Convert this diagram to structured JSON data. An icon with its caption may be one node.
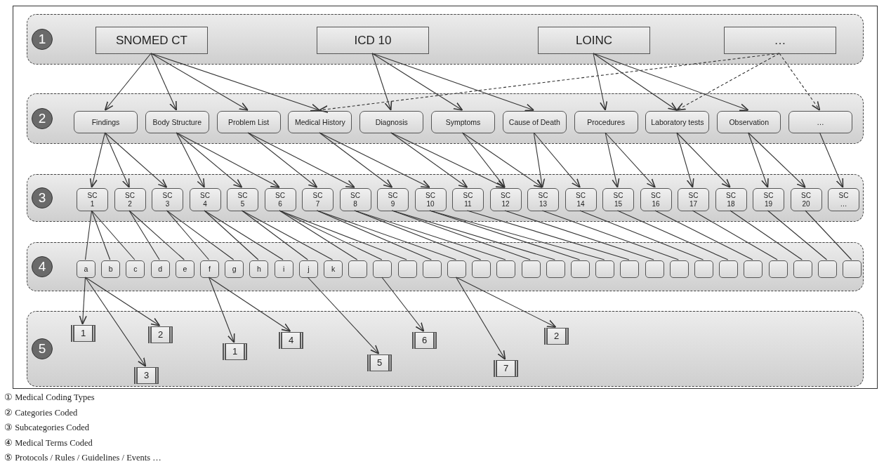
{
  "diagram": {
    "nodes": [
      {
        "text": [
          "1"
        ]
      },
      {
        "text": [
          "SNOMED CT"
        ],
        "in": 0
      },
      {
        "text": [
          "ICD 10"
        ],
        "in": 0
      },
      {
        "text": [
          "LOINC"
        ],
        "in": 0
      },
      {
        "text": [
          "…"
        ],
        "in": 0
      },
      {
        "text": [
          "2"
        ]
      },
      {
        "text": [
          "Findings"
        ],
        "in": 5
      },
      {
        "text": [
          "Body Structure"
        ],
        "in": 5
      },
      {
        "text": [
          "Problem List"
        ],
        "in": 5
      },
      {
        "text": [
          "Medical History"
        ],
        "in": 5
      },
      {
        "text": [
          "Diagnosis"
        ],
        "in": 5
      },
      {
        "text": [
          "Symptoms"
        ],
        "in": 5
      },
      {
        "text": [
          "Cause of Death"
        ],
        "in": 5
      },
      {
        "text": [
          "Procedures"
        ],
        "in": 5
      },
      {
        "text": [
          "Laboratory tests"
        ],
        "in": 5
      },
      {
        "text": [
          "Observation"
        ],
        "in": 5
      },
      {
        "text": [
          "…"
        ],
        "in": 5
      },
      {
        "text": [
          "3"
        ]
      },
      {
        "text": [
          "SC 1"
        ],
        "in": 17
      },
      {
        "text": [
          "SC 2"
        ],
        "in": 17
      },
      {
        "text": [
          "SC 3"
        ],
        "in": 17
      },
      {
        "text": [
          "SC 4"
        ],
        "in": 17
      },
      {
        "text": [
          "SC 5"
        ],
        "in": 17
      },
      {
        "text": [
          "SC 6"
        ],
        "in": 17
      },
      {
        "text": [
          "SC 7"
        ],
        "in": 17
      },
      {
        "text": [
          "SC 8"
        ],
        "in": 17
      },
      {
        "text": [
          "SC 9"
        ],
        "in": 17
      },
      {
        "text": [
          "SC 10"
        ],
        "in": 17
      },
      {
        "text": [
          "SC 11"
        ],
        "in": 17
      },
      {
        "text": [
          "SC 12"
        ],
        "in": 17
      },
      {
        "text": [
          "SC 13"
        ],
        "in": 17
      },
      {
        "text": [
          "SC 14"
        ],
        "in": 17
      },
      {
        "text": [
          "SC 15"
        ],
        "in": 17
      },
      {
        "text": [
          "SC 16"
        ],
        "in": 17
      },
      {
        "text": [
          "SC 17"
        ],
        "in": 17
      },
      {
        "text": [
          "SC 18"
        ],
        "in": 17
      },
      {
        "text": [
          "SC 19"
        ],
        "in": 17
      },
      {
        "text": [
          "SC 20"
        ],
        "in": 17
      },
      {
        "text": [
          "SC …"
        ],
        "in": 17
      },
      {
        "text": [
          "4"
        ]
      },
      {
        "text": [
          "a"
        ],
        "in": 39
      },
      {
        "text": [
          "b"
        ],
        "in": 39
      },
      {
        "text": [
          "c"
        ],
        "in": 39
      },
      {
        "text": [
          "d"
        ],
        "in": 39
      },
      {
        "text": [
          "e"
        ],
        "in": 39
      },
      {
        "text": [
          "f"
        ],
        "in": 39
      },
      {
        "text": [
          "g"
        ],
        "in": 39
      },
      {
        "text": [
          "h"
        ],
        "in": 39
      },
      {
        "text": [
          "i"
        ],
        "in": 39
      },
      {
        "text": [
          "j"
        ],
        "in": 39
      },
      {
        "text": [
          "k"
        ],
        "in": 39
      },
      {
        "text": [],
        "shape": "box",
        "in": 39
      },
      {
        "text": [],
        "shape": "box",
        "in": 39
      },
      {
        "text": [],
        "shape": "box",
        "in": 39
      },
      {
        "text": [],
        "shape": "box",
        "in": 39
      },
      {
        "text": [],
        "shape": "box",
        "in": 39
      },
      {
        "text": [],
        "shape": "box",
        "in": 39
      },
      {
        "text": [],
        "shape": "box",
        "in": 39
      },
      {
        "text": [],
        "shape": "box",
        "in": 39
      },
      {
        "text": [],
        "shape": "box",
        "in": 39
      },
      {
        "text": [],
        "shape": "box",
        "in": 39
      },
      {
        "text": [],
        "shape": "box",
        "in": 39
      },
      {
        "text": [],
        "shape": "box",
        "in": 39
      },
      {
        "text": [],
        "shape": "box",
        "in": 39
      },
      {
        "text": [],
        "shape": "box",
        "in": 39
      },
      {
        "text": [],
        "shape": "box",
        "in": 39
      },
      {
        "text": [],
        "shape": "box",
        "in": 39
      },
      {
        "text": [],
        "shape": "box",
        "in": 39
      },
      {
        "text": [],
        "shape": "box",
        "in": 39
      },
      {
        "text": [],
        "shape": "box",
        "in": 39
      },
      {
        "text": [],
        "shape": "box",
        "in": 39
      },
      {
        "text": [],
        "shape": "box",
        "in": 39
      },
      {
        "text": [
          "5"
        ]
      },
      {
        "text": [
          "1"
        ],
        "in": 72
      },
      {
        "text": [
          "3"
        ],
        "in": 72
      },
      {
        "text": [
          "2"
        ],
        "in": 72
      },
      {
        "text": [
          "1"
        ],
        "in": 72
      },
      {
        "text": [
          "4"
        ],
        "in": 72
      },
      {
        "text": [
          "5"
        ],
        "in": 72
      },
      {
        "text": [
          "6"
        ],
        "in": 72
      },
      {
        "text": [
          "7"
        ],
        "in": 72
      },
      {
        "text": [
          "2"
        ],
        "in": 72
      }
    ],
    "edges": [
      {
        "from": 1,
        "to": 6,
        "arrow": "to"
      },
      {
        "from": 1,
        "to": 7,
        "arrow": "to"
      },
      {
        "from": 1,
        "to": 8,
        "arrow": "to"
      },
      {
        "from": 1,
        "to": 9,
        "arrow": "to"
      },
      {
        "from": 2,
        "to": 10,
        "arrow": "to"
      },
      {
        "from": 2,
        "to": 11,
        "arrow": "to"
      },
      {
        "from": 2,
        "to": 12,
        "arrow": "to"
      },
      {
        "from": 3,
        "to": 13,
        "arrow": "to"
      },
      {
        "from": 3,
        "to": 14,
        "arrow": "to"
      },
      {
        "from": 3,
        "to": 15,
        "arrow": "to"
      },
      {
        "from": 4,
        "to": 9,
        "arrow": "to",
        "style": "dashed"
      },
      {
        "from": 4,
        "to": 14,
        "arrow": "to",
        "style": "dashed"
      },
      {
        "from": 4,
        "to": 16,
        "arrow": "to",
        "style": "dashed"
      },
      {
        "from": 6,
        "to": 18,
        "arrow": "to"
      },
      {
        "from": 6,
        "to": 19,
        "arrow": "to"
      },
      {
        "from": 6,
        "to": 20,
        "arrow": "to"
      },
      {
        "from": 7,
        "to": 21,
        "arrow": "to"
      },
      {
        "from": 7,
        "to": 22,
        "arrow": "to"
      },
      {
        "from": 7,
        "to": 23,
        "arrow": "to"
      },
      {
        "from": 8,
        "to": 24,
        "arrow": "to"
      },
      {
        "from": 8,
        "to": 25,
        "arrow": "to"
      },
      {
        "from": 9,
        "to": 26,
        "arrow": "to"
      },
      {
        "from": 9,
        "to": 27,
        "arrow": "to"
      },
      {
        "from": 10,
        "to": 28,
        "arrow": "to"
      },
      {
        "from": 10,
        "to": 29,
        "arrow": "to"
      },
      {
        "from": 11,
        "to": 29,
        "arrow": "to"
      },
      {
        "from": 11,
        "to": 30,
        "arrow": "to"
      },
      {
        "from": 12,
        "to": 30,
        "arrow": "to"
      },
      {
        "from": 12,
        "to": 31,
        "arrow": "to"
      },
      {
        "from": 13,
        "to": 32,
        "arrow": "to"
      },
      {
        "from": 13,
        "to": 33,
        "arrow": "to"
      },
      {
        "from": 14,
        "to": 34,
        "arrow": "to"
      },
      {
        "from": 14,
        "to": 35,
        "arrow": "to"
      },
      {
        "from": 15,
        "to": 36,
        "arrow": "to"
      },
      {
        "from": 15,
        "to": 37,
        "arrow": "to"
      },
      {
        "from": 16,
        "to": 38,
        "arrow": "to"
      },
      {
        "from": 18,
        "to": 40,
        "arrow": "none"
      },
      {
        "from": 18,
        "to": 41,
        "arrow": "none"
      },
      {
        "from": 18,
        "to": 42,
        "arrow": "none"
      },
      {
        "from": 19,
        "to": 43,
        "arrow": "none"
      },
      {
        "from": 19,
        "to": 44,
        "arrow": "none"
      },
      {
        "from": 20,
        "to": 45,
        "arrow": "none"
      },
      {
        "from": 20,
        "to": 46,
        "arrow": "none"
      },
      {
        "from": 21,
        "to": 47,
        "arrow": "none"
      },
      {
        "from": 21,
        "to": 48,
        "arrow": "none"
      },
      {
        "from": 22,
        "to": 49,
        "arrow": "none"
      },
      {
        "from": 22,
        "to": 50,
        "arrow": "none"
      },
      {
        "from": 23,
        "to": 51,
        "arrow": "none"
      },
      {
        "from": 23,
        "to": 52,
        "arrow": "none"
      },
      {
        "from": 23,
        "to": 53,
        "arrow": "none"
      },
      {
        "from": 24,
        "to": 54,
        "arrow": "none"
      },
      {
        "from": 24,
        "to": 55,
        "arrow": "none"
      },
      {
        "from": 25,
        "to": 56,
        "arrow": "none"
      },
      {
        "from": 25,
        "to": 57,
        "arrow": "none"
      },
      {
        "from": 26,
        "to": 58,
        "arrow": "none"
      },
      {
        "from": 26,
        "to": 59,
        "arrow": "none"
      },
      {
        "from": 27,
        "to": 60,
        "arrow": "none"
      },
      {
        "from": 27,
        "to": 61,
        "arrow": "none"
      },
      {
        "from": 28,
        "to": 62,
        "arrow": "none"
      },
      {
        "from": 29,
        "to": 63,
        "arrow": "none"
      },
      {
        "from": 30,
        "to": 64,
        "arrow": "none"
      },
      {
        "from": 31,
        "to": 65,
        "arrow": "none"
      },
      {
        "from": 32,
        "to": 66,
        "arrow": "none"
      },
      {
        "from": 33,
        "to": 67,
        "arrow": "none"
      },
      {
        "from": 34,
        "to": 68,
        "arrow": "none"
      },
      {
        "from": 35,
        "to": 69,
        "arrow": "none"
      },
      {
        "from": 36,
        "to": 70,
        "arrow": "none"
      },
      {
        "from": 37,
        "to": 71,
        "arrow": "none"
      },
      {
        "from": 40,
        "to": 73,
        "arrow": "to"
      },
      {
        "from": 40,
        "to": 75,
        "arrow": "to"
      },
      {
        "from": 40,
        "to": 74,
        "arrow": "to"
      },
      {
        "from": 45,
        "to": 76,
        "arrow": "to"
      },
      {
        "from": 45,
        "to": 77,
        "arrow": "to"
      },
      {
        "from": 49,
        "to": 78,
        "arrow": "to"
      },
      {
        "from": 52,
        "to": 79,
        "arrow": "to"
      },
      {
        "from": 55,
        "to": 80,
        "arrow": "to"
      },
      {
        "from": 55,
        "to": 81,
        "arrow": "to"
      }
    ],
    "labels": [
      "① Medical Coding Types",
      "② Categories Coded",
      "③ Subcategories Coded",
      "④ Medical Terms Coded",
      "⑤ Protocols / Rules / Guidelines / Events …"
    ]
  }
}
